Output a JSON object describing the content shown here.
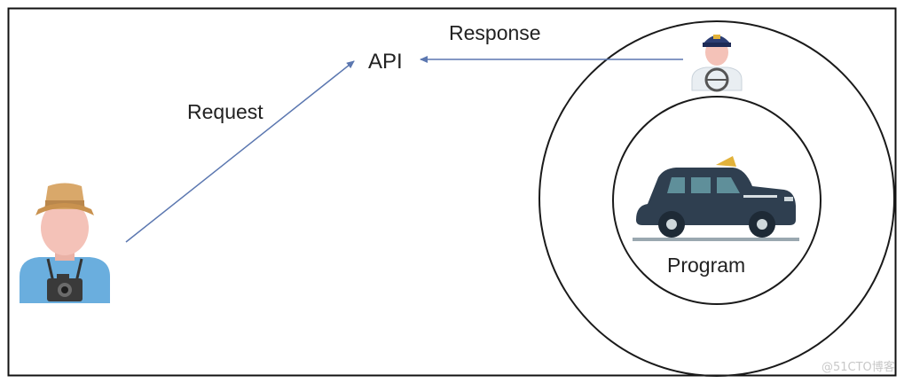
{
  "labels": {
    "api": "API",
    "request": "Request",
    "response": "Response",
    "program": "Program"
  },
  "watermark": "@51CTO博客",
  "colors": {
    "arrow": "#5b77b0",
    "frame": "#111111",
    "circle": "#1a1a1a",
    "car_body": "#2f3f50",
    "car_window": "#5f8f9a",
    "ground": "#9aa8b0",
    "hat": "#d9a86a",
    "shirt": "#6aaede",
    "skin": "#f4c2b8",
    "driver_cap": "#2c3e73",
    "driver_uniform": "#e9eef2"
  },
  "icons": {
    "tourist": "tourist-with-camera-icon",
    "driver": "taxi-driver-icon",
    "car": "taxi-car-icon"
  }
}
